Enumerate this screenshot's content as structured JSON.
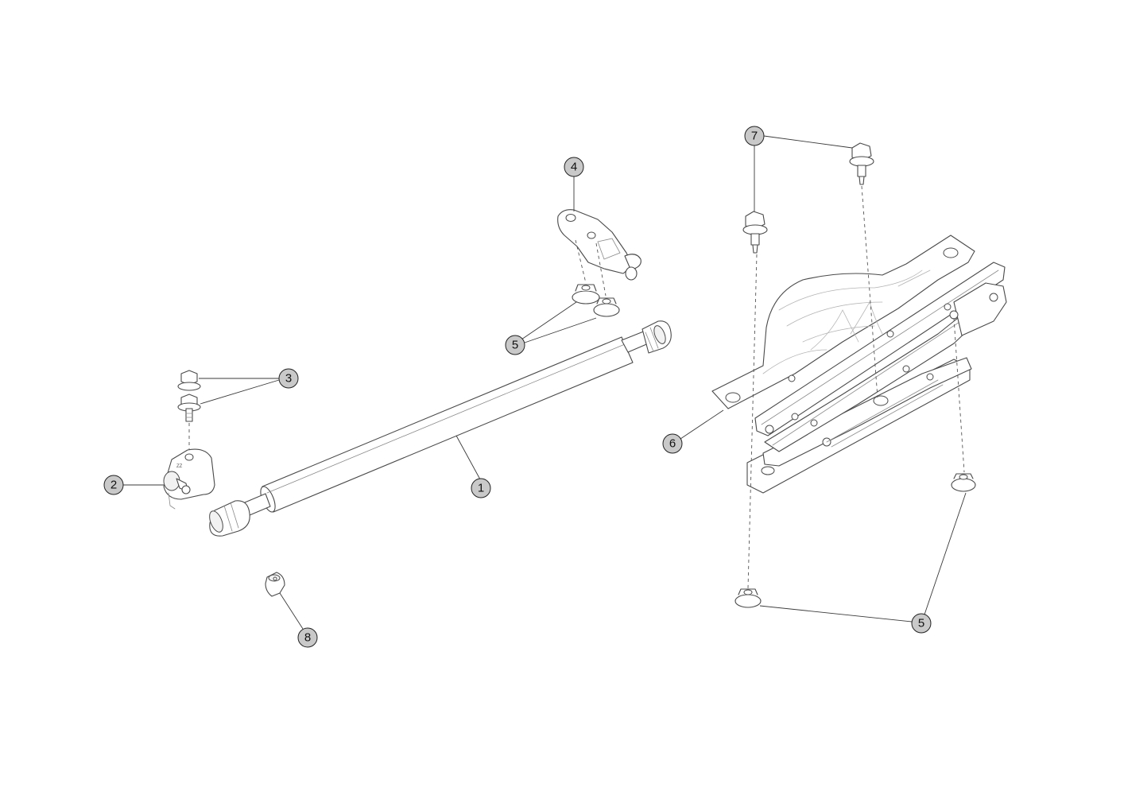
{
  "callouts": {
    "gas_strut": "1",
    "lower_ball_stud_bracket": "2",
    "lower_bolt": "3",
    "upper_ball_stud_bracket": "4",
    "nut": "5",
    "hinge_assembly": "6",
    "hinge_bolt": "7",
    "retaining_clip": "8"
  },
  "colors": {
    "callout_fill": "#c9c9c9",
    "line_art": "#4a4a4a",
    "background": "#ffffff"
  }
}
